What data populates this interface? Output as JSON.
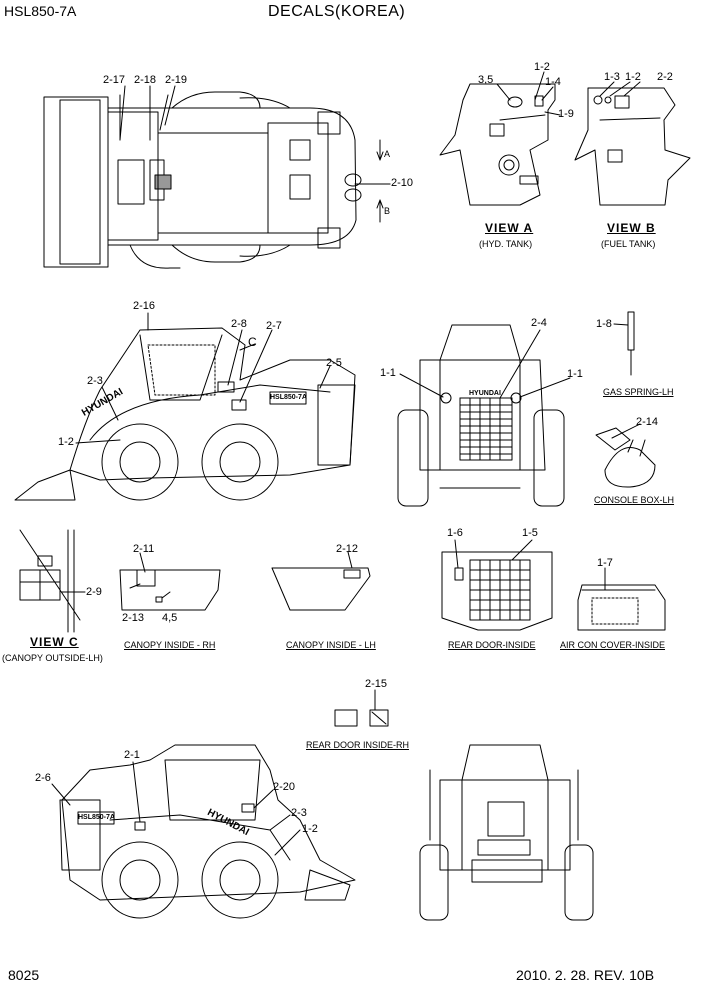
{
  "header": {
    "model": "HSL850-7A",
    "title": "DECALS(KOREA)"
  },
  "footer": {
    "page": "8025",
    "revision": "2010. 2. 28. REV. 10B"
  },
  "views": {
    "view_a": {
      "title": "VIEW A",
      "subtitle": "(HYD. TANK)"
    },
    "view_b": {
      "title": "VIEW B",
      "subtitle": "(FUEL TANK)"
    },
    "view_c": {
      "title": "VIEW C",
      "subtitle": "(CANOPY  OUTSIDE-LH)"
    },
    "arrow_a": "A",
    "arrow_b": "B",
    "arrow_c": "C"
  },
  "captions": {
    "gas_spring": "GAS SPRING-LH",
    "console_box": "CONSOLE BOX-LH",
    "canopy_rh": "CANOPY INSIDE - RH",
    "canopy_lh": "CANOPY INSIDE - LH",
    "rear_door": "REAR DOOR-INSIDE",
    "air_con": "AIR CON COVER-INSIDE",
    "rear_door_rh": "REAR DOOR INSIDE-RH"
  },
  "machine_text": {
    "brand": "HYUNDAI",
    "model_plate": "HSL850-7A"
  },
  "callouts": [
    "2-17",
    "2-18",
    "2-19",
    "2-10",
    "3,5",
    "1-2",
    "1-4",
    "1-9",
    "1-3",
    "1-2",
    "2-2",
    "2-16",
    "2-8",
    "2-7",
    "2-5",
    "2-3",
    "1-2",
    "2-4",
    "1-1",
    "1-1",
    "1-8",
    "2-14",
    "2-9",
    "2-11",
    "2-13",
    "4,5",
    "2-12",
    "1-6",
    "1-5",
    "1-7",
    "2-15",
    "2-1",
    "2-6",
    "2-20",
    "2-3",
    "1-2"
  ]
}
